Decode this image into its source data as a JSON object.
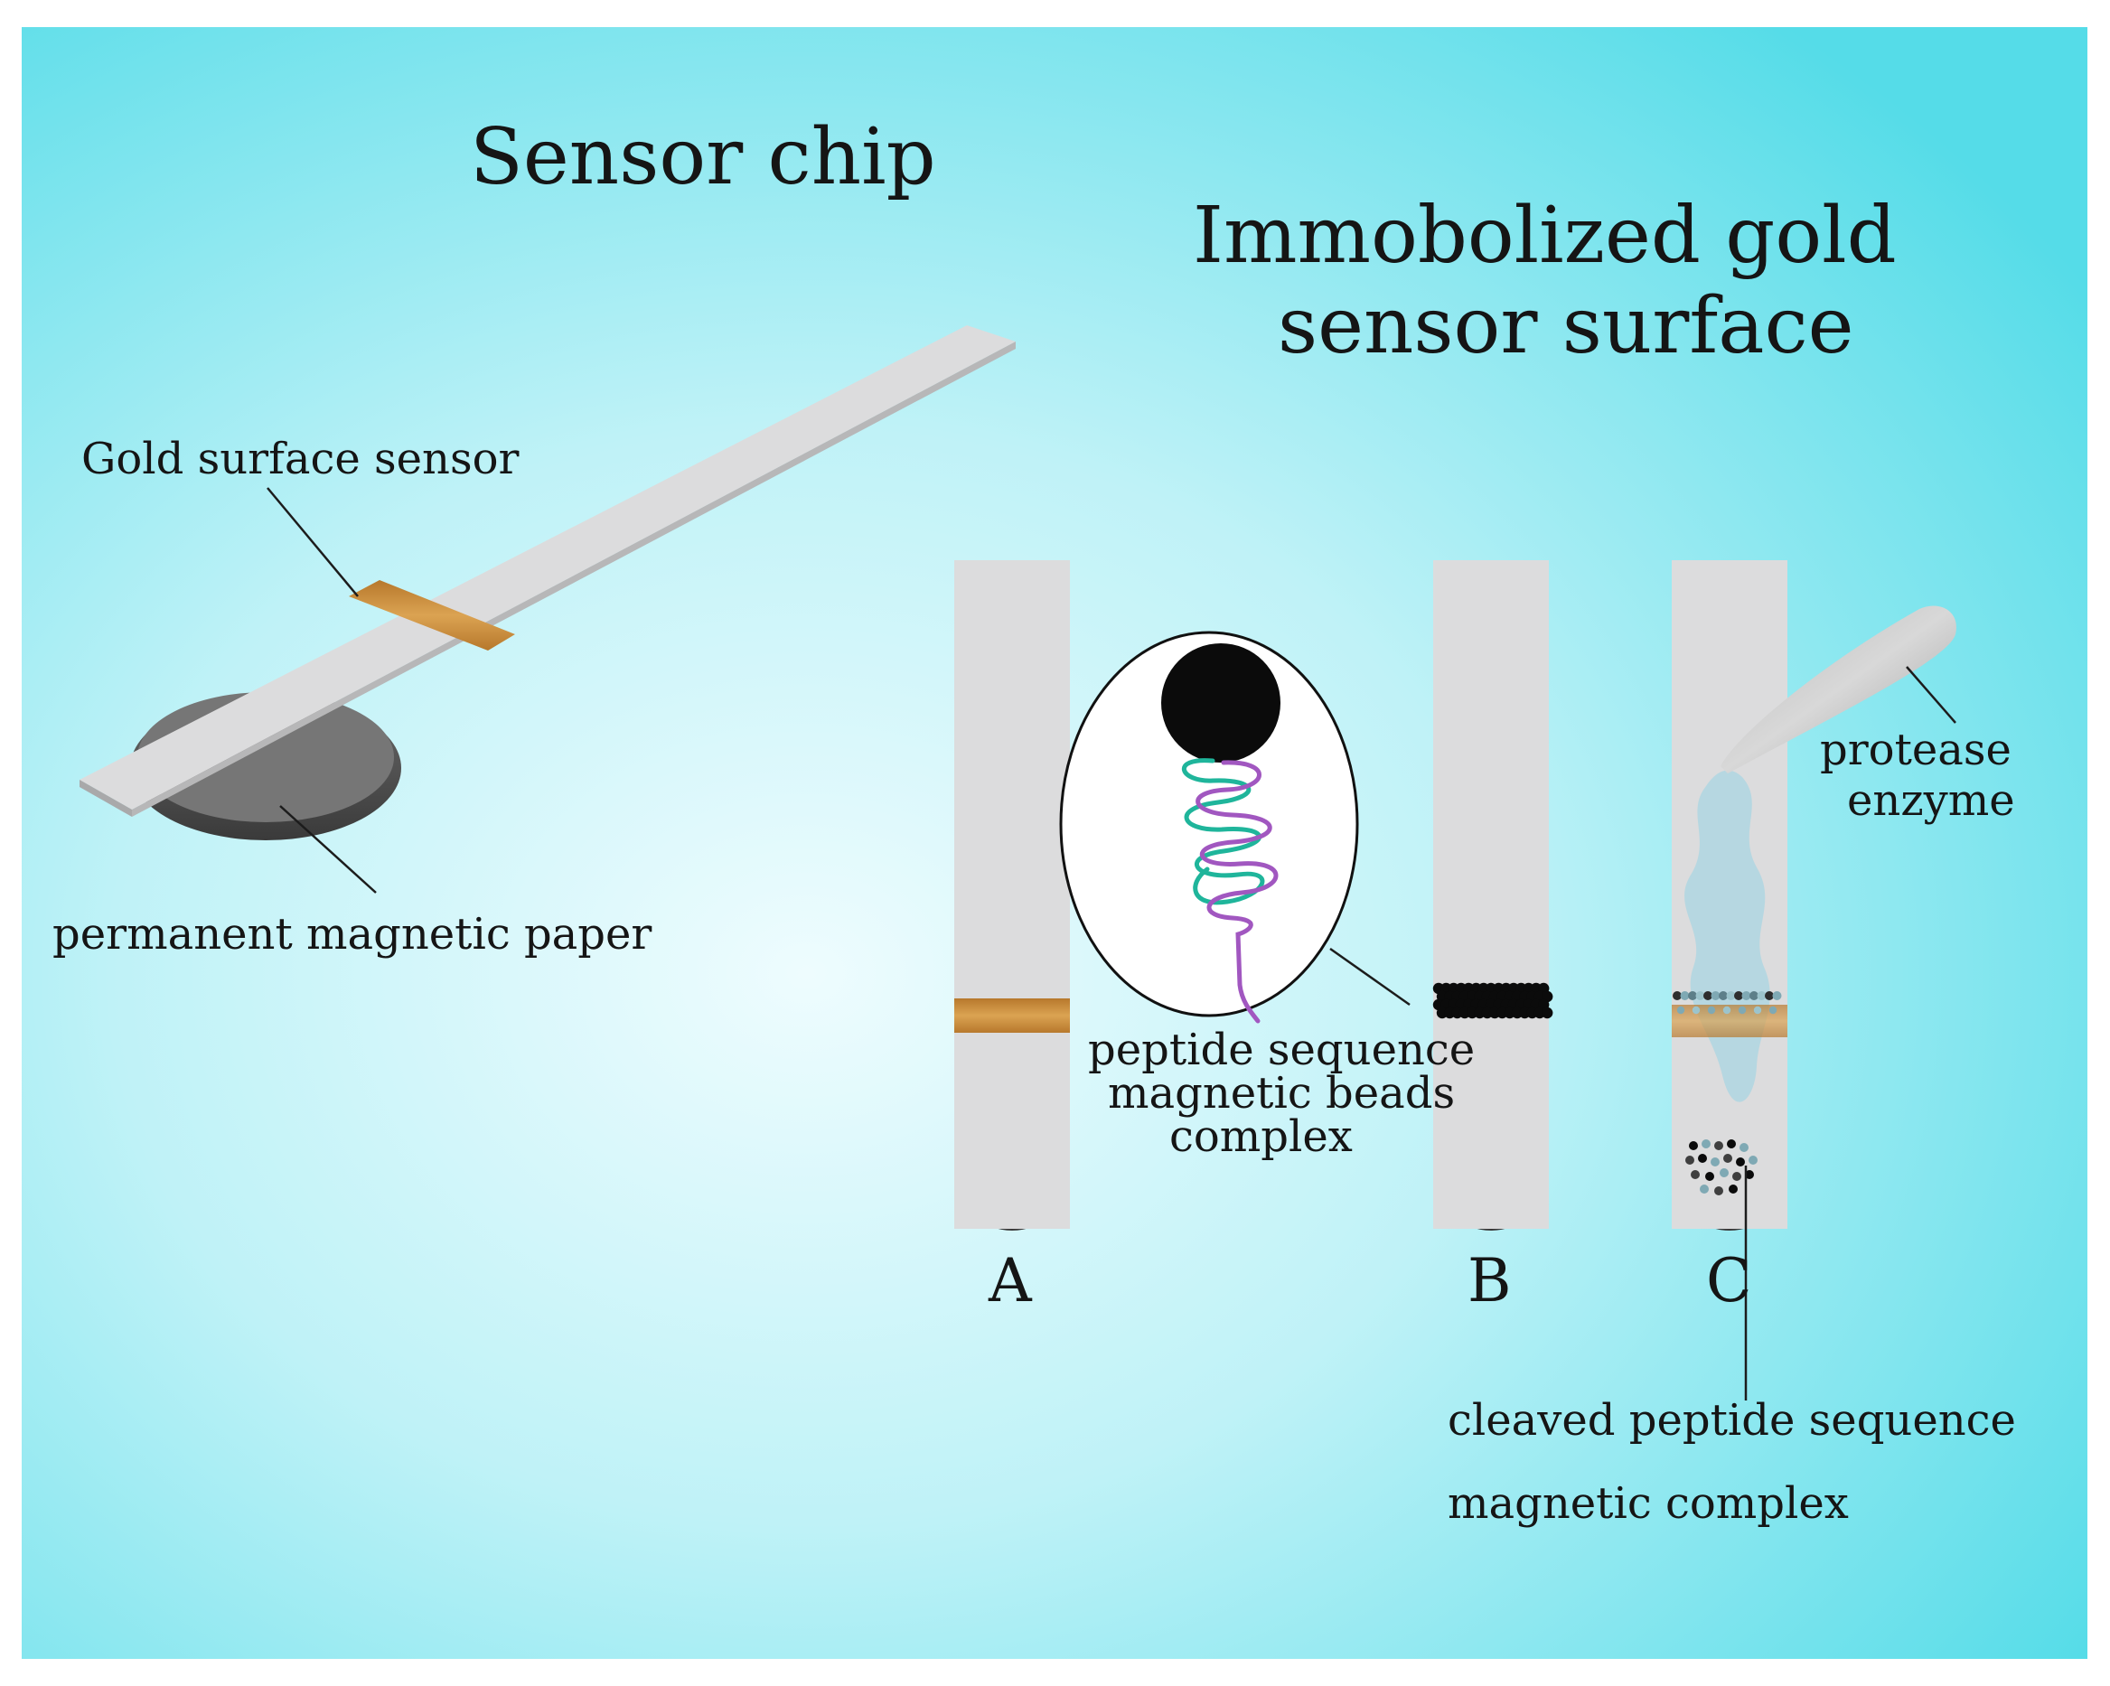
{
  "titles": {
    "sensor_chip": "Sensor chip",
    "immobilized_line1": "Immobolized gold",
    "immobilized_line2": "sensor surface"
  },
  "labels": {
    "gold_surface_sensor": "Gold surface sensor",
    "permanent_magnetic_paper": "permanent magnetic paper",
    "peptide_line1": "peptide sequence",
    "peptide_line2": "magnetic beads",
    "peptide_line3": "complex",
    "protease_line1": "protease",
    "protease_line2": "enzyme",
    "cleaved_line1": "cleaved peptide sequence",
    "cleaved_line2": "magnetic complex"
  },
  "strips": [
    {
      "letter": "A",
      "state": "gold band only"
    },
    {
      "letter": "B",
      "state": "beads bound on gold band"
    },
    {
      "letter": "C",
      "state": "beads released after protease"
    }
  ],
  "colors": {
    "background_center": "#e8fbfd",
    "background_edge": "#56dde9",
    "strip": "#dcdcdd",
    "gold": "#c98a3a",
    "magnet": "#5b5b5b",
    "bead": "#0b0b0b",
    "peptide_green": "#1fb59b",
    "peptide_purple": "#a157c0",
    "enzyme": "#a9d6e2"
  }
}
